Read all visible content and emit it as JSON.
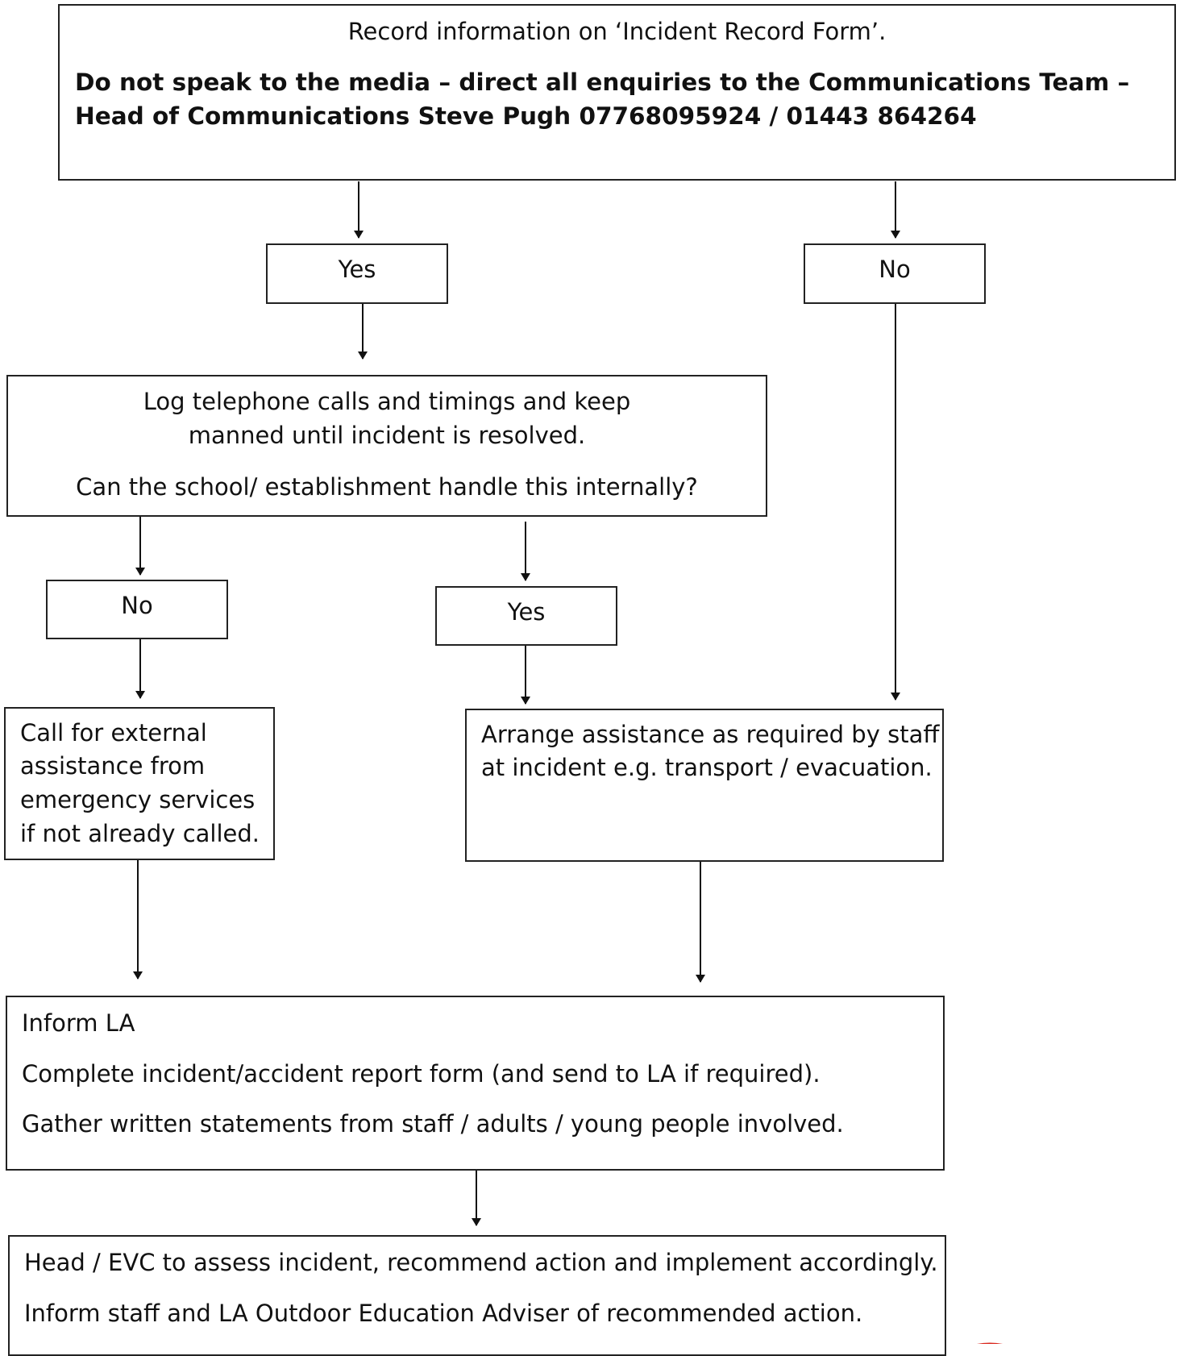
{
  "top_box": {
    "line1": "Record information on ‘Incident Record Form’.",
    "bold_line1": "Do not speak to the media – direct all enquiries to the Communications Team –",
    "bold_line2": "Head of Communications Steve Pugh 07768095924 / 01443 864264"
  },
  "yes_box_1": {
    "label": "Yes"
  },
  "no_box_1": {
    "label": "No"
  },
  "log_box": {
    "line1": "Log telephone calls and timings and keep",
    "line2": "manned until incident is resolved.",
    "question": "Can the school/ establishment handle this internally?"
  },
  "no_box_2": {
    "label": "No"
  },
  "yes_box_2": {
    "label": "Yes"
  },
  "external_box": {
    "line1": "Call for external",
    "line2": "assistance from",
    "line3": "emergency services",
    "line4": "if not already called."
  },
  "arrange_box": {
    "line1": "Arrange assistance as required by staff",
    "line2": "at incident e.g. transport / evacuation."
  },
  "inform_box": {
    "line1": "Inform LA",
    "line2": "Complete incident/accident report form (and send to LA if required).",
    "line3": "Gather written statements from staff / adults / young people involved."
  },
  "head_box": {
    "line1": "Head / EVC to assess incident, recommend action and implement accordingly.",
    "line2": "Inform staff and LA Outdoor Education Adviser of recommended action."
  },
  "colors": {
    "border": "#222222",
    "text": "#111111",
    "logo_red": "#d9261c"
  }
}
